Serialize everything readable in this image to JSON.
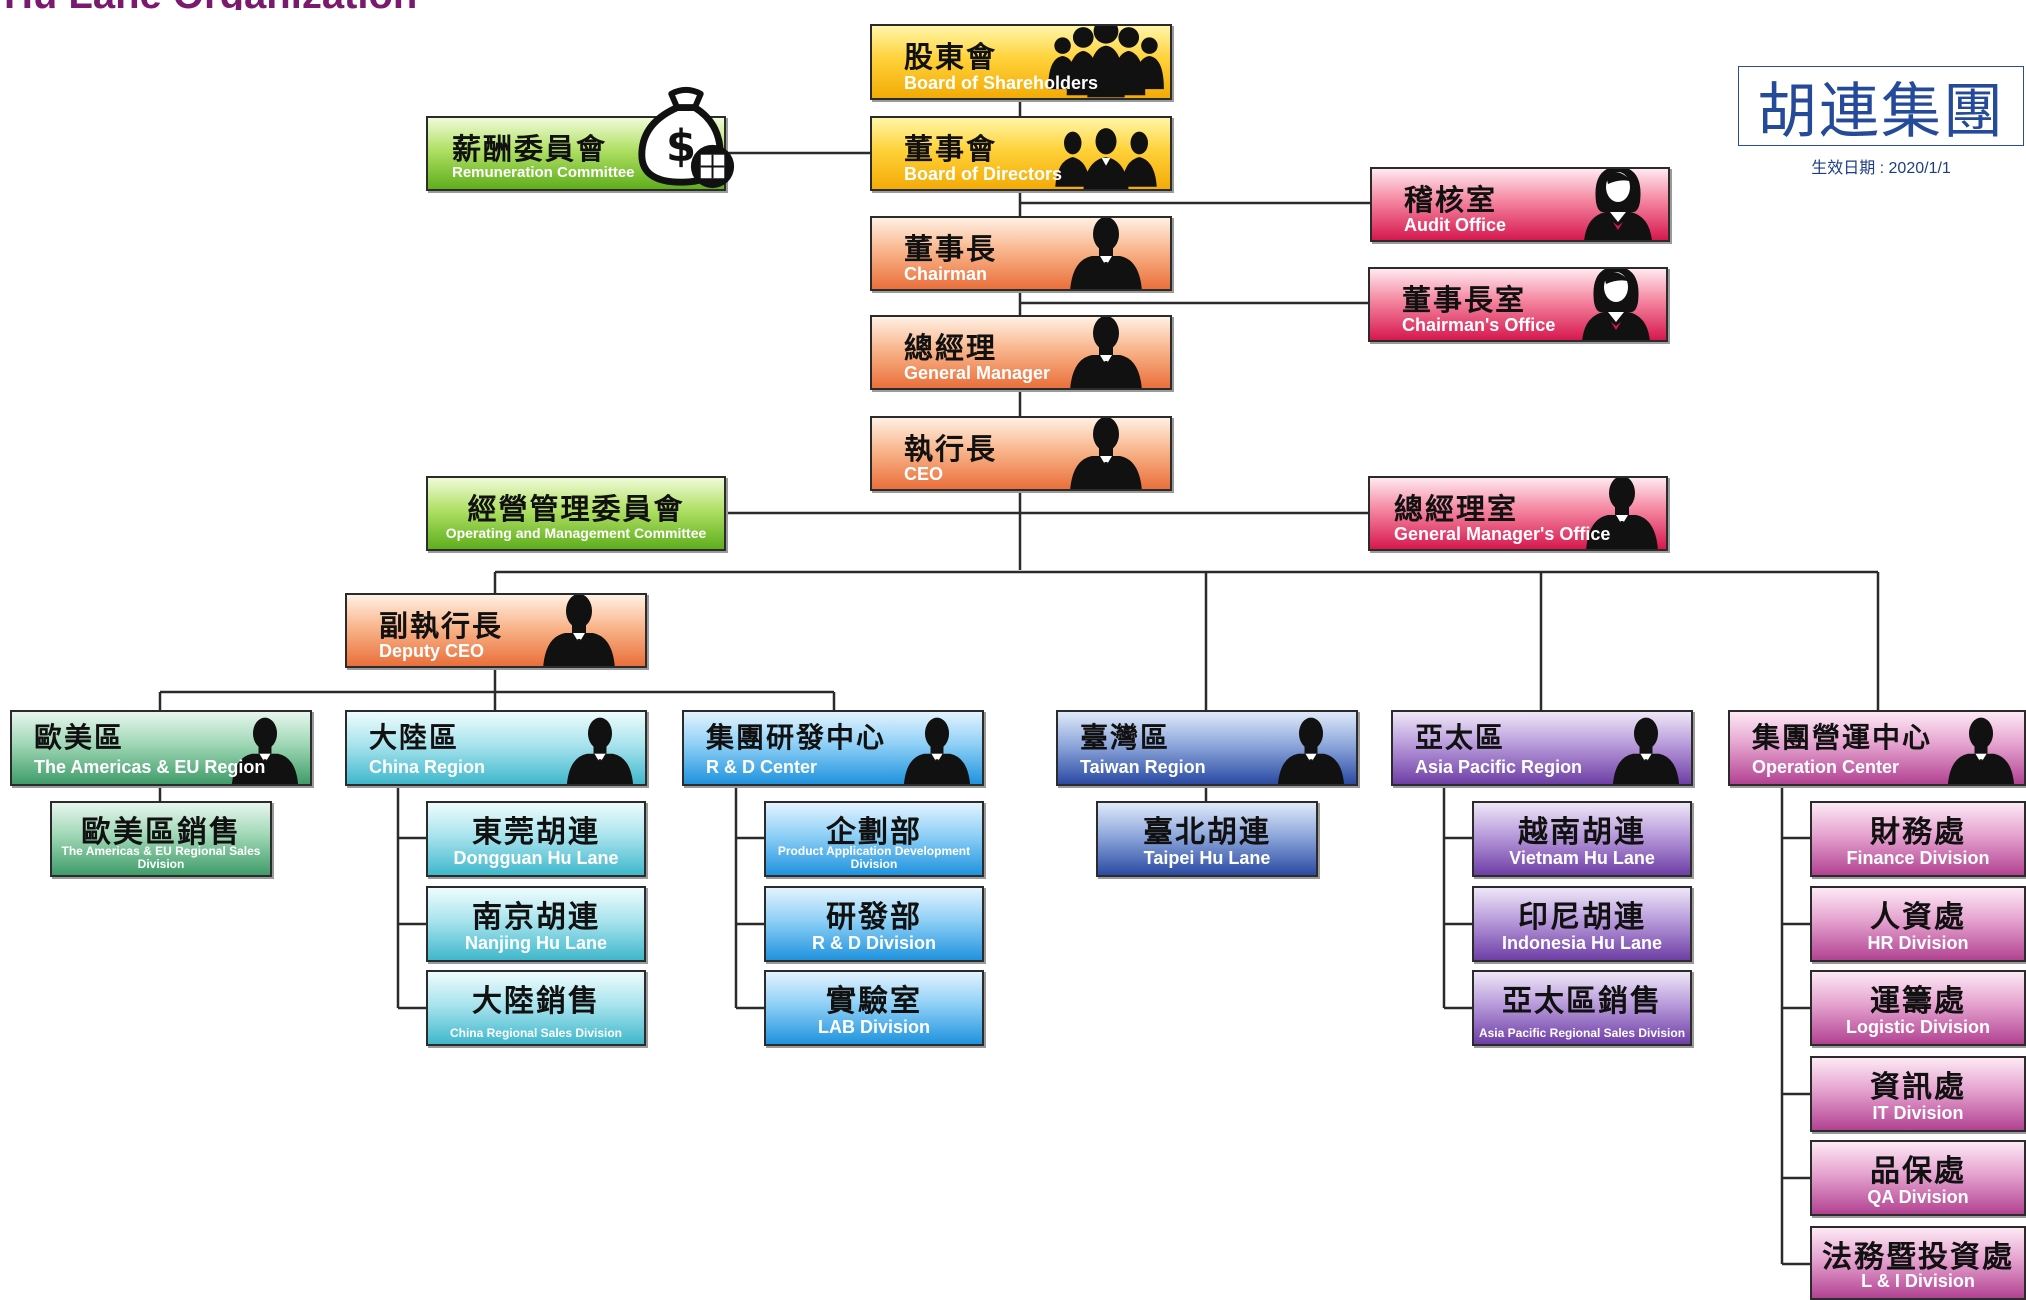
{
  "page_title": "Hu Lane Organization",
  "logo_text": "胡連集團",
  "effective_date": "生效日期 : 2020/1/1",
  "nodes": {
    "shareholders": {
      "zh": "股東會",
      "en": "Board of Shareholders"
    },
    "directors": {
      "zh": "董事會",
      "en": "Board of Directors"
    },
    "chairman": {
      "zh": "董事長",
      "en": "Chairman"
    },
    "general_manager": {
      "zh": "總經理",
      "en": "General Manager"
    },
    "ceo": {
      "zh": "執行長",
      "en": "CEO"
    },
    "remuneration": {
      "zh": "薪酬委員會",
      "en": "Remuneration Committee"
    },
    "audit": {
      "zh": "稽核室",
      "en": "Audit Office"
    },
    "chairmans_office": {
      "zh": "董事長室",
      "en": "Chairman's Office"
    },
    "operating_committee": {
      "zh": "經營管理委員會",
      "en": "Operating and Management Committee"
    },
    "gm_office": {
      "zh": "總經理室",
      "en": "General Manager's Office"
    },
    "deputy_ceo": {
      "zh": "副執行長",
      "en": "Deputy CEO"
    },
    "americas_eu": {
      "zh": "歐美區",
      "en": "The Americas & EU Region"
    },
    "americas_eu_sales": {
      "zh": "歐美區銷售",
      "en": "The Americas & EU Regional Sales Division"
    },
    "china": {
      "zh": "大陸區",
      "en": "China Region"
    },
    "dongguan": {
      "zh": "東莞胡連",
      "en": "Dongguan Hu Lane"
    },
    "nanjing": {
      "zh": "南京胡連",
      "en": "Nanjing Hu Lane"
    },
    "china_sales": {
      "zh": "大陸銷售",
      "en": "China Regional Sales Division"
    },
    "rd_center": {
      "zh": "集團研發中心",
      "en": "R & D Center"
    },
    "product_app": {
      "zh": "企劃部",
      "en": "Product Application Development Division"
    },
    "rd_division": {
      "zh": "研發部",
      "en": "R & D Division"
    },
    "lab": {
      "zh": "實驗室",
      "en": "LAB Division"
    },
    "taiwan": {
      "zh": "臺灣區",
      "en": "Taiwan Region"
    },
    "taipei": {
      "zh": "臺北胡連",
      "en": "Taipei Hu Lane"
    },
    "asia_pacific": {
      "zh": "亞太區",
      "en": "Asia Pacific Region"
    },
    "vietnam": {
      "zh": "越南胡連",
      "en": "Vietnam Hu Lane"
    },
    "indonesia": {
      "zh": "印尼胡連",
      "en": "Indonesia Hu Lane"
    },
    "ap_sales": {
      "zh": "亞太區銷售",
      "en": "Asia Pacific Regional Sales Division"
    },
    "operation_center": {
      "zh": "集團營運中心",
      "en": "Operation Center"
    },
    "finance": {
      "zh": "財務處",
      "en": "Finance Division"
    },
    "hr": {
      "zh": "人資處",
      "en": "HR Division"
    },
    "logistic": {
      "zh": "運籌處",
      "en": "Logistic Division"
    },
    "it": {
      "zh": "資訊處",
      "en": "IT Division"
    },
    "qa": {
      "zh": "品保處",
      "en": "QA Division"
    },
    "legal_invest": {
      "zh": "法務暨投資處",
      "en": "L & I Division"
    }
  },
  "icons": {
    "group": "group-of-people-icon",
    "person_male": "businessman-silhouette-icon",
    "person_female": "businesswoman-silhouette-icon",
    "money": "money-bag-calculator-icon"
  },
  "colors": {
    "title": "#7a1a6e",
    "logo": "#254a9a",
    "yellow": "#ffd23a",
    "orange": "#ea6f3b",
    "pink": "#d6184f",
    "green": "#5eae1c",
    "teal": "#3f9c69",
    "cyan": "#3fb8cc",
    "blue": "#1f93de",
    "navy": "#2a4aa3",
    "purple": "#6e3ea6",
    "magenta": "#b24292"
  }
}
